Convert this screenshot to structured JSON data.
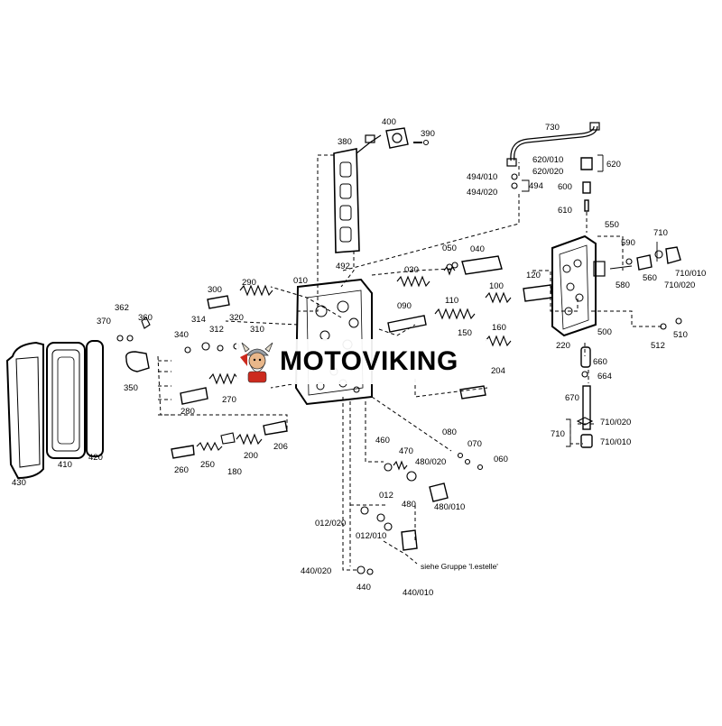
{
  "brand": {
    "name": "MOTOVIKING"
  },
  "note": "siehe Gruppe 'I.estelle'",
  "labels": {
    "l380": "380",
    "l400": "400",
    "l390": "390",
    "l492": "492",
    "l010": "010",
    "l300": "300",
    "l290": "290",
    "l362": "362",
    "l370": "370",
    "l360": "360",
    "l314": "314",
    "l320": "320",
    "l312": "312",
    "l310": "310",
    "l340": "340",
    "l350": "350",
    "l280": "280",
    "l270": "270",
    "l260": "260",
    "l250": "250",
    "l180": "180",
    "l200": "200",
    "l206": "206",
    "l410": "410",
    "l420": "420",
    "l430": "430",
    "l030": "030",
    "l050": "050",
    "l040": "040",
    "l090": "090",
    "l110": "110",
    "l100": "100",
    "l120": "120",
    "l150": "150",
    "l160": "160",
    "l204": "204",
    "l080": "080",
    "l070": "070",
    "l060": "060",
    "l460": "460",
    "l470": "470",
    "l480_020": "480/020",
    "l480": "480",
    "l480_010": "480/010",
    "l012": "012",
    "l012_020": "012/020",
    "l012_010": "012/010",
    "l440_020": "440/020",
    "l440": "440",
    "l440_010": "440/010",
    "l730": "730",
    "l620_010": "620/010",
    "l620_020": "620/020",
    "l620": "620",
    "l494_010": "494/010",
    "l494_020": "494/020",
    "l494": "494",
    "l600": "600",
    "l610": "610",
    "l550": "550",
    "l710": "710",
    "l590": "590",
    "l560": "560",
    "l710_010a": "710/010",
    "l710_020a": "710/020",
    "l580": "580",
    "l220": "220",
    "l500": "500",
    "l512": "512",
    "l510": "510",
    "l660": "660",
    "l664": "664",
    "l670": "670",
    "l710b": "710",
    "l710_020b": "710/020",
    "l710_010b": "710/010"
  },
  "colors": {
    "ink": "#000000",
    "logo_red": "#cc2a1e",
    "logo_brown": "#8a5a2b"
  },
  "icons": {
    "logo": "viking-mascot-icon"
  }
}
